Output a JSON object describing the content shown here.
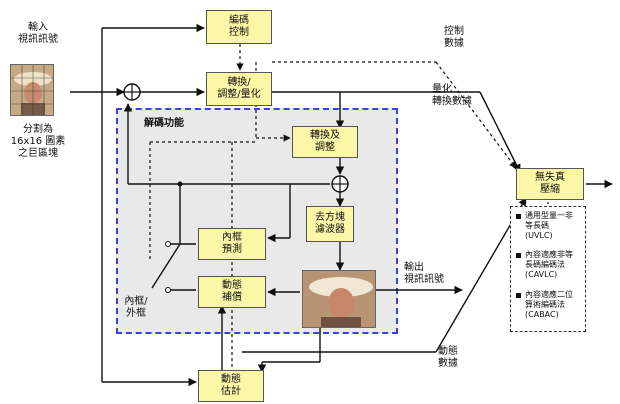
{
  "input_label": "輸入\n視訊訊號",
  "partition_label": "分割為\n16x16 圖素\n之巨區塊",
  "blocks": {
    "coding_control": "編碼\n控制",
    "transform_quantize": "轉換/\n調整/量化",
    "inverse_transform": "轉換及\n調整",
    "deblocking": "去方塊\n濾波器",
    "intra_prediction": "內框\n預測",
    "motion_compensation": "動態\n補償",
    "motion_estimation": "動態\n估計",
    "entropy_coding": "無失真\n壓縮"
  },
  "decoder_region_title": "解碼功能",
  "intra_inter_label": "內框/\n外框",
  "output_label": "輸出\n視訊訊號",
  "control_data_label": "控制\n數據",
  "quantized_coeff_label": "量化\n轉換數據",
  "motion_data_label": "動態\n數據",
  "legend_items": [
    "通用型量一非\n等長碼\n(UVLC)",
    "內容適應非等\n長碼編碼法\n(CAVLC)",
    "內容適應二位\n算術編碼法\n(CABAC)"
  ],
  "colors": {
    "block_fill": "#fbf7a6",
    "region_border": "#3b44d6",
    "region_fill": "#e9e9e9"
  }
}
